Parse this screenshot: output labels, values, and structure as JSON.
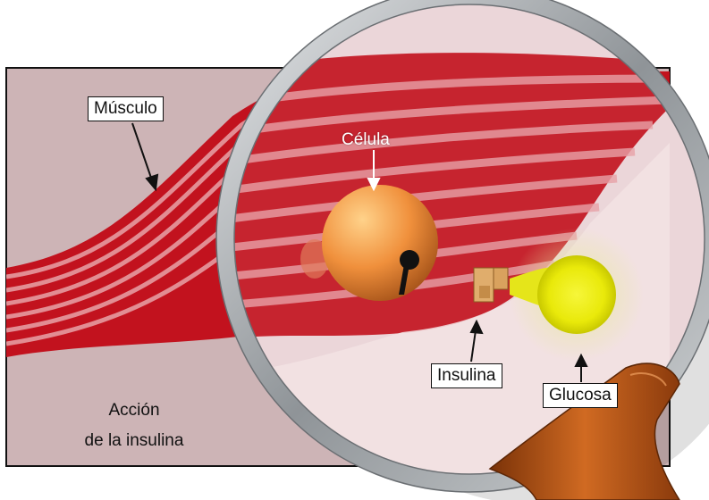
{
  "labels": {
    "muscle": "Músculo",
    "cell": "Célula",
    "insulin": "Insulina",
    "glucose": "Glucosa",
    "caption_line1": "Acción",
    "caption_line2": "de la insulina"
  },
  "colors": {
    "background_panel": "#cdb4b6",
    "muscle_red": "#c2121e",
    "muscle_stripe_light": "#e8a3a8",
    "cell_orange": "#f0903c",
    "glucose_yellow": "#f2f20a",
    "key_tan": "#d9a25e",
    "magnifier_rim": "#a9adb1",
    "handle_brown": "#b5561a"
  },
  "icons": {
    "magnifier": "magnifying-glass-icon",
    "keyhole": "keyhole-icon",
    "key": "key-icon"
  }
}
